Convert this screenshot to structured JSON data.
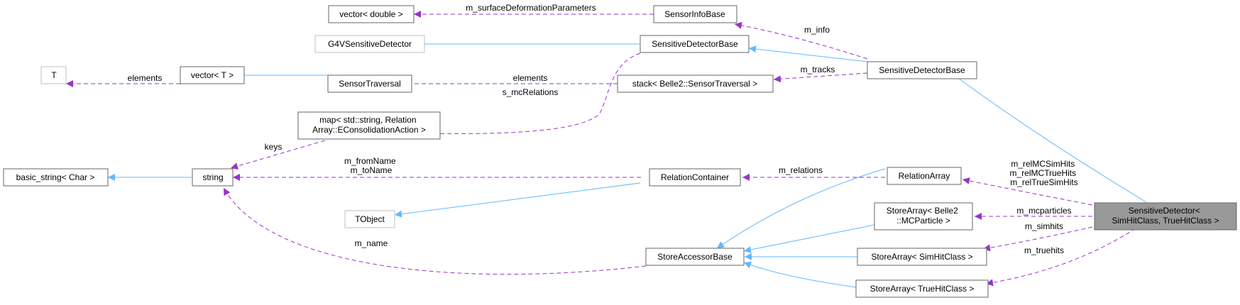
{
  "diagram": {
    "colors": {
      "inheritance": "#63b8ff",
      "usage": "#9a32cd",
      "focus_fill": "#999999",
      "node_border": "#666666",
      "external_border": "#bfbfbf"
    },
    "nodes": {
      "vector_double": {
        "lines": [
          "vector< double >"
        ]
      },
      "sensor_info_base": {
        "lines": [
          "SensorInfoBase"
        ]
      },
      "g4v_sensitive_detector": {
        "lines": [
          "G4VSensitiveDetector"
        ]
      },
      "sensitive_detector_base_inner": {
        "lines": [
          "SensitiveDetectorBase"
        ]
      },
      "t": {
        "lines": [
          "T"
        ]
      },
      "vector_t": {
        "lines": [
          "vector< T >"
        ]
      },
      "sensor_traversal": {
        "lines": [
          "SensorTraversal"
        ]
      },
      "stack_sensor_traversal": {
        "lines": [
          "stack< Belle2::SensorTraversal >"
        ]
      },
      "sensitive_detector_base_outer": {
        "lines": [
          "SensitiveDetectorBase"
        ]
      },
      "map_relation": {
        "lines": [
          "map< std::string, Relation",
          "Array::EConsolidationAction >"
        ]
      },
      "basic_string": {
        "lines": [
          "basic_string< Char >"
        ]
      },
      "string": {
        "lines": [
          "string"
        ]
      },
      "relation_container": {
        "lines": [
          "RelationContainer"
        ]
      },
      "relation_array": {
        "lines": [
          "RelationArray"
        ]
      },
      "tobject": {
        "lines": [
          "TObject"
        ]
      },
      "store_array_mcparticle": {
        "lines": [
          "StoreArray< Belle2",
          "::MCParticle >"
        ]
      },
      "sensitive_detector": {
        "lines": [
          "SensitiveDetector<",
          "SimHitClass, TrueHitClass >"
        ]
      },
      "store_accessor_base": {
        "lines": [
          "StoreAccessorBase"
        ]
      },
      "store_array_simhit": {
        "lines": [
          "StoreArray< SimHitClass >"
        ]
      },
      "store_array_truehit": {
        "lines": [
          "StoreArray< TrueHitClass >"
        ]
      }
    },
    "edge_labels": {
      "m_surface_deformation_parameters": [
        "m_surfaceDeformationParameters"
      ],
      "m_info": [
        "m_info"
      ],
      "elements_t": [
        "elements"
      ],
      "elements_st": [
        "elements"
      ],
      "m_tracks": [
        "m_tracks"
      ],
      "s_mc_relations": [
        "s_mcRelations"
      ],
      "keys": [
        "keys"
      ],
      "m_from_to_name": [
        "m_fromName",
        "m_toName"
      ],
      "m_relations": [
        "m_relations"
      ],
      "m_rel_hits": [
        "m_relMCSimHits",
        "m_relMCTrueHits",
        "m_relTrueSimHits"
      ],
      "m_mcparticles": [
        "m_mcparticles"
      ],
      "m_simhits": [
        "m_simhits"
      ],
      "m_truehits": [
        "m_truehits"
      ],
      "m_name": [
        "m_name"
      ]
    }
  }
}
